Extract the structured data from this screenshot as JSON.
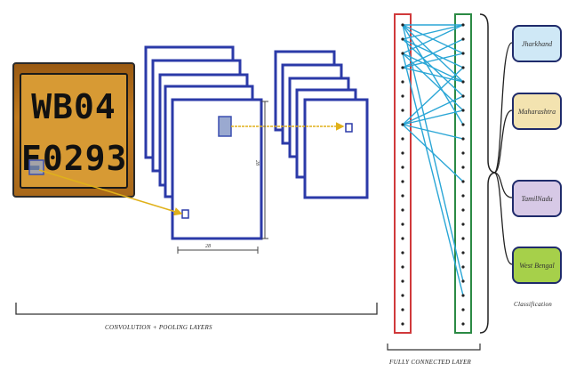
{
  "plate": {
    "line1": "WB04",
    "line2": "E0293"
  },
  "dimensions": {
    "width_label": "28",
    "height_label": "28"
  },
  "classes": [
    {
      "label": "Jharkhand",
      "color": "#cfe8f6"
    },
    {
      "label": "Maharashtra",
      "color": "#f3e3b0"
    },
    {
      "label": "TamilNadu",
      "color": "#d7c9e6"
    },
    {
      "label": "West Bengal",
      "color": "#a6d04a"
    }
  ],
  "captions": {
    "conv": "CONVOLUTION   +   POOLING LAYERS",
    "fc": "FULLY CONNECTED LAYER",
    "classification": "Classification"
  },
  "colors": {
    "layer_border": "#2b3aa8",
    "connection": "#2aa6d6",
    "arrow": "#e0b11a",
    "fc_left": "#d0393b",
    "fc_right": "#2b8a44"
  }
}
